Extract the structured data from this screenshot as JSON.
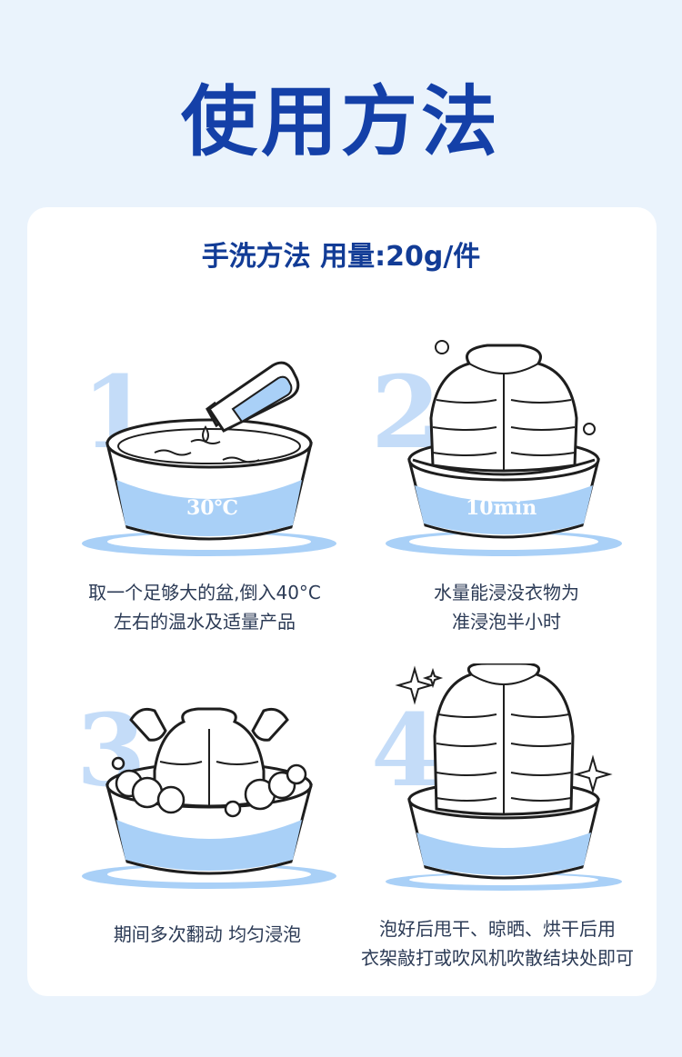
{
  "title": "使用方法",
  "subtitle": "手洗方法 用量:20g/件",
  "colors": {
    "title": "#1440a8",
    "accent": "#a9d0f7",
    "line": "#1e1e1e",
    "background": "#eaf3fc"
  },
  "steps": [
    {
      "number": "1",
      "badge": "30℃",
      "lines": [
        "取一个足够大的盆,倒入40°C",
        "左右的温水及适量产品"
      ],
      "icons": [
        "bottle-pour-icon",
        "water-basin-icon"
      ]
    },
    {
      "number": "2",
      "badge": "10min",
      "lines": [
        "水量能浸没衣物为",
        "准浸泡半小时"
      ],
      "icons": [
        "jacket-icon",
        "water-basin-icon"
      ]
    },
    {
      "number": "3",
      "badge": "",
      "lines": [
        "期间多次翻动 均匀浸泡"
      ],
      "icons": [
        "hands-icon",
        "jacket-icon",
        "foam-icon",
        "water-basin-icon"
      ]
    },
    {
      "number": "4",
      "badge": "",
      "lines": [
        "泡好后甩干、晾晒、烘干后用",
        "衣架敲打或吹风机吹散结块处即可"
      ],
      "icons": [
        "jacket-icon",
        "sparkle-icon",
        "water-basin-icon"
      ]
    }
  ]
}
